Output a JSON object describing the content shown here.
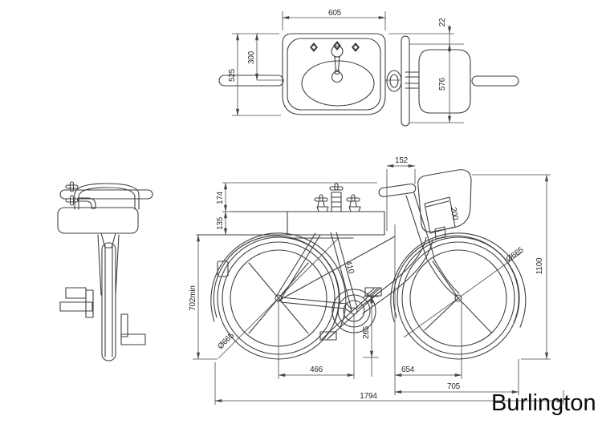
{
  "brand": "Burlington",
  "dims": {
    "plan_width": "605",
    "plan_gap": "22",
    "plan_offset": "300",
    "plan_depth": "525",
    "plan_saddle": "576",
    "side_offset": "152",
    "side_tap": "174",
    "side_basin": "135",
    "side_bag": "200",
    "side_seattube": "410",
    "side_front_dia": "Ø665",
    "side_rear_dia": "Ø665",
    "side_height": "1100",
    "side_standover": "702min",
    "side_pedal": "265",
    "side_span_a": "466",
    "side_span_b": "654",
    "side_span_c": "705",
    "side_length": "1794"
  }
}
